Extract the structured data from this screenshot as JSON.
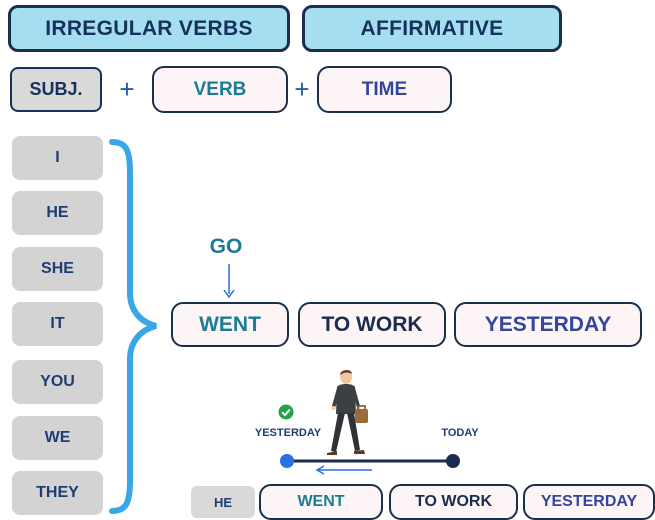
{
  "header": {
    "title": "IRREGULAR VERBS",
    "mode": "AFFIRMATIVE"
  },
  "formula": {
    "subject": "SUBJ.",
    "plus1": "+",
    "verb": "VERB",
    "plus2": "+",
    "time": "TIME"
  },
  "pronouns": [
    "I",
    "HE",
    "SHE",
    "IT",
    "YOU",
    "WE",
    "THEY"
  ],
  "example": {
    "base_verb": "GO",
    "past_verb": "WENT",
    "object": "TO WORK",
    "time": "YESTERDAY"
  },
  "timeline": {
    "left_label": "YESTERDAY",
    "right_label": "TODAY"
  },
  "sentence": {
    "subject": "HE",
    "verb": "WENT",
    "object": "TO WORK",
    "time": "YESTERDAY"
  },
  "colors": {
    "title_bg": "#a6def1",
    "pronoun_bg": "#d3d3d3",
    "brace": "#3aa6e6",
    "box_bg": "#fdf4f6",
    "verb_teal": "#1b7d93",
    "navy": "#1c2c4e",
    "check_green": "#22a34a",
    "timeline_start": "#2b6fe0"
  },
  "icons": [
    "check-icon",
    "walking-businessman-image",
    "down-arrow-icon",
    "left-arrow-icon",
    "curly-brace"
  ]
}
